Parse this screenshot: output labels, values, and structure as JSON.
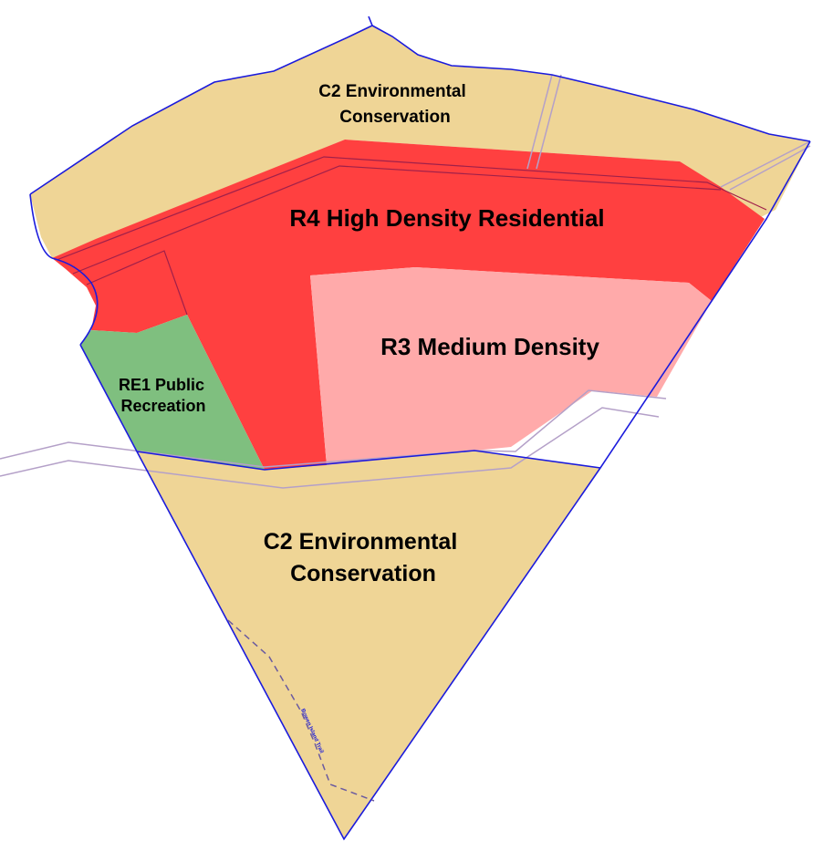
{
  "map": {
    "colors": {
      "conservation": "#efd596",
      "high_density": "#ff4040",
      "medium_density": "#ffaaaa",
      "recreation": "#7fbf7f",
      "boundary": "#1b1bdc",
      "road_casing": "#b4a0c8",
      "internal_line": "#a0204a",
      "trail": "#6a5aa0"
    },
    "zones": {
      "c2_north": {
        "line1": "C2 Environmental",
        "line2": "Conservation"
      },
      "r4": {
        "label": "R4 High Density Residential"
      },
      "r3": {
        "label": "R3 Medium Density"
      },
      "re1": {
        "line1": "RE1 Public",
        "line2": "Recreation"
      },
      "c2_south": {
        "line1": "C2 Environmental",
        "line2": "Conservation"
      }
    },
    "trail_label": "Bowen Island Trail"
  }
}
